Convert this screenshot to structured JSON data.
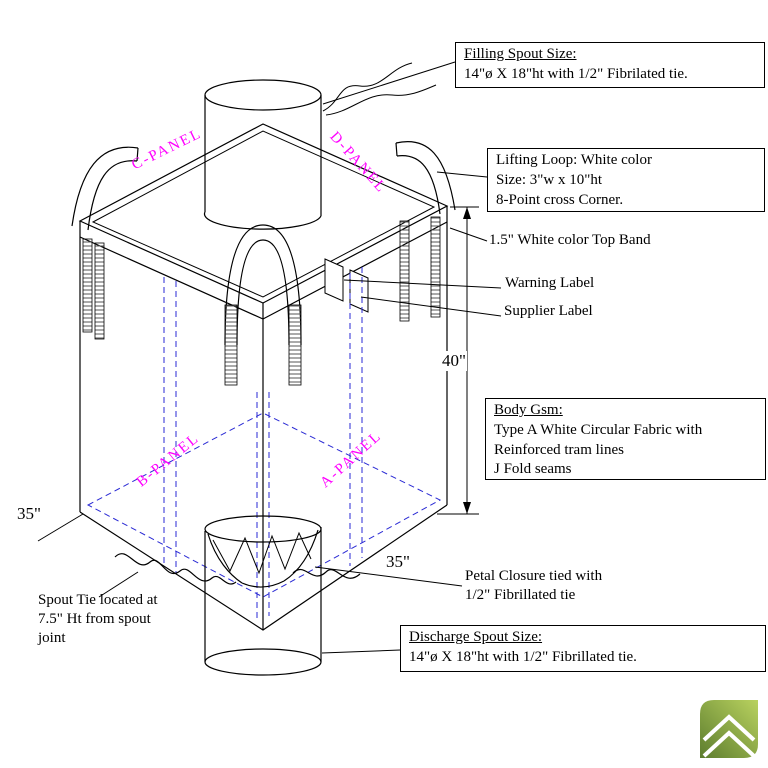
{
  "colors": {
    "line": "#000000",
    "seam_blue": "#2a2ad4",
    "panel_magenta": "#ff00ff",
    "logo_green_dark": "#5d7d2e",
    "logo_green_light": "#b9d25f"
  },
  "panels": {
    "c": "C-PANEL",
    "d": "D-PANEL",
    "b": "B-PANEL",
    "a": "A-PANEL"
  },
  "boxes": {
    "filling": {
      "title": "Filling Spout Size:",
      "line1": "14\"ø X 18\"ht with 1/2\" Fibrilated tie."
    },
    "lifting": {
      "line1": "Lifting Loop:  White color",
      "line2": "Size: 3\"w x 10\"ht",
      "line3": "8-Point  cross Corner."
    },
    "body": {
      "title": "Body Gsm:",
      "line1": "Type A White Circular Fabric with",
      "line2": "Reinforced tram lines",
      "line3": "J Fold seams"
    },
    "discharge": {
      "title": "Discharge Spout  Size:",
      "line1": "14\"ø X 18\"ht  with 1/2\" Fibrillated tie."
    }
  },
  "labels": {
    "top_band": "1.5\" White color Top Band",
    "warning": "Warning Label",
    "supplier": "Supplier Label",
    "petal_line1": "Petal Closure tied with",
    "petal_line2": "1/2\" Fibrillated tie",
    "spout_tie_line1": "Spout Tie located at",
    "spout_tie_line2": "7.5\" Ht from spout",
    "spout_tie_line3": "joint"
  },
  "dimensions": {
    "height": "40\"",
    "width_left": "35\"",
    "width_right": "35\""
  }
}
